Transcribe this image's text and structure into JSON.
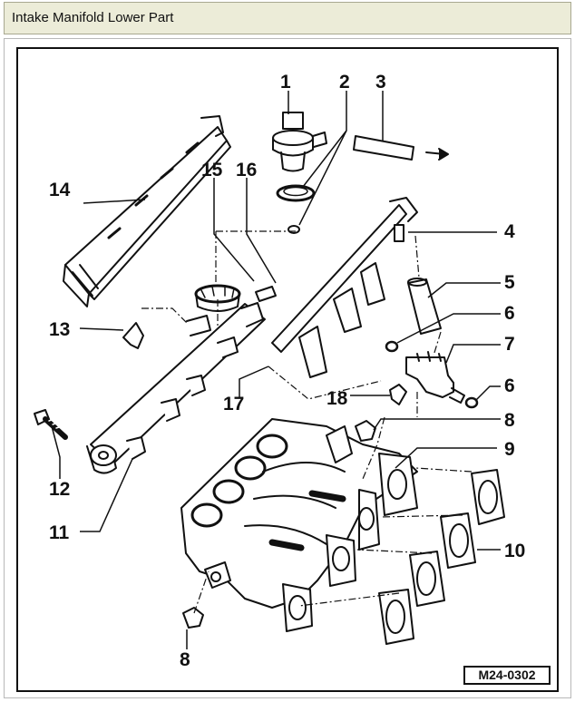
{
  "window": {
    "title": "Intake Manifold Lower Part"
  },
  "diagram": {
    "code": "M24-0302",
    "callouts": [
      "1",
      "2",
      "3",
      "4",
      "5",
      "6",
      "7",
      "6",
      "8",
      "9",
      "10",
      "11",
      "12",
      "13",
      "14",
      "15",
      "16",
      "17",
      "18",
      "8"
    ]
  }
}
